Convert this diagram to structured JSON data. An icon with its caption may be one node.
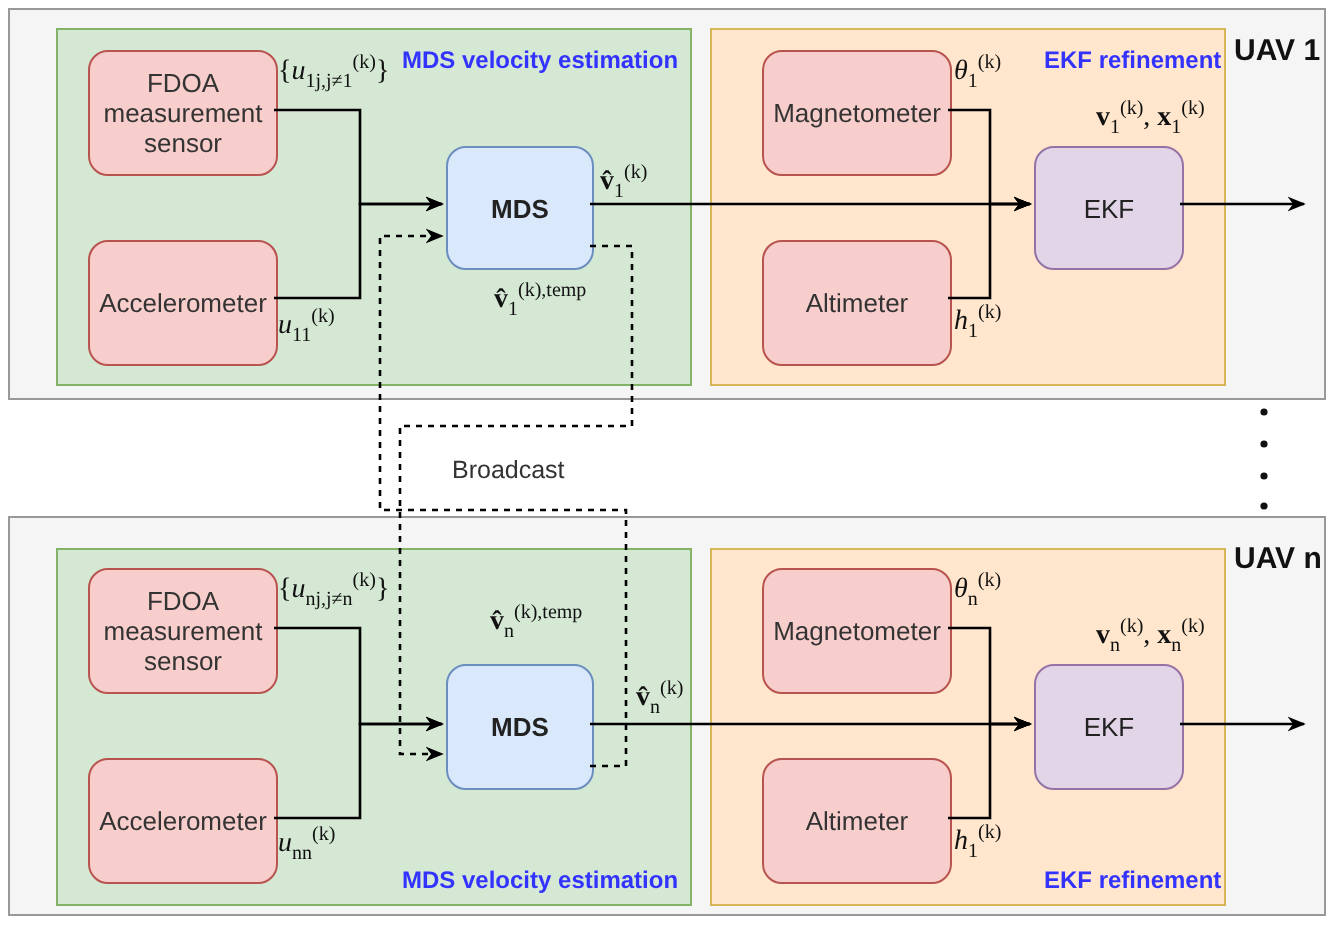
{
  "diagram": {
    "nodes": [
      {
        "text": [
          "UAV 1"
        ]
      },
      {
        "text": [
          "MDS velocity estimation"
        ],
        "in": 0
      },
      {
        "text": [
          "FDOA measurement sensor"
        ],
        "in": 1
      },
      {
        "text": [
          "Accelerometer"
        ],
        "in": 1
      },
      {
        "text": [
          "MDS"
        ],
        "in": 1
      },
      {
        "text": [
          "EKF refinement"
        ],
        "in": 0
      },
      {
        "text": [
          "Magnetometer"
        ],
        "in": 5
      },
      {
        "text": [
          "Altimeter"
        ],
        "in": 5
      },
      {
        "text": [
          "EKF"
        ],
        "in": 5
      },
      {
        "text": [
          "UAV n"
        ]
      },
      {
        "text": [
          "MDS velocity estimation"
        ],
        "in": 9
      },
      {
        "text": [
          "FDOA measurement sensor"
        ],
        "in": 10
      },
      {
        "text": [
          "Accelerometer"
        ],
        "in": 10
      },
      {
        "text": [
          "MDS"
        ],
        "in": 10
      },
      {
        "text": [
          "EKF refinement"
        ],
        "in": 9
      },
      {
        "text": [
          "Magnetometer"
        ],
        "in": 14
      },
      {
        "text": [
          "Altimeter"
        ],
        "in": 14
      },
      {
        "text": [
          "EKF"
        ],
        "in": 14
      }
    ],
    "edges": [
      {
        "from": 2,
        "to": 4,
        "arrow": "to",
        "label": "{*u*$_{1j,j≠1}$$^{(k)}$}"
      },
      {
        "from": 3,
        "to": 4,
        "arrow": "to",
        "label": "*u*$_{11}$$^{(k)}$"
      },
      {
        "from": 4,
        "to": 8,
        "arrow": "to",
        "label": "**v̂**$_{1}$$^{(k)}$"
      },
      {
        "from": 6,
        "to": 8,
        "arrow": "to",
        "label": "*θ*$_{1}$$^{(k)}$"
      },
      {
        "from": 7,
        "to": 8,
        "arrow": "to",
        "label": "*h*$_{1}$$^{(k)}$"
      },
      {
        "from": 8,
        "to": null,
        "arrow": "to",
        "label": "**v**$_{1}$$^{(k)}$, **x**$_{1}$$^{(k)}$"
      },
      {
        "from": 4,
        "to": 13,
        "arrow": "to",
        "style": "dashed",
        "label": "**v̂**$_{1}$$^{(k),temp}$"
      },
      {
        "from": 13,
        "to": 4,
        "arrow": "to",
        "style": "dashed",
        "label": "**v̂**$_{n}$$^{(k),temp}$"
      },
      {
        "from": 11,
        "to": 13,
        "arrow": "to",
        "label": "{*u*$_{nj,j≠n}$$^{(k)}$}"
      },
      {
        "from": 12,
        "to": 13,
        "arrow": "to",
        "label": "*u*$_{nn}$$^{(k)}$"
      },
      {
        "from": 13,
        "to": 17,
        "arrow": "to",
        "label": "**v̂**$_{n}$$^{(k)}$"
      },
      {
        "from": 15,
        "to": 17,
        "arrow": "to",
        "label": "*θ*$_{n}$$^{(k)}$"
      },
      {
        "from": 16,
        "to": 17,
        "arrow": "to",
        "label": "*h*$_{1}$$^{(k)}$"
      },
      {
        "from": 17,
        "to": null,
        "arrow": "to",
        "label": "**v**$_{n}$$^{(k)}$, **x**$_{n}$$^{(k)}$"
      }
    ],
    "labels": [
      "Broadcast"
    ]
  }
}
